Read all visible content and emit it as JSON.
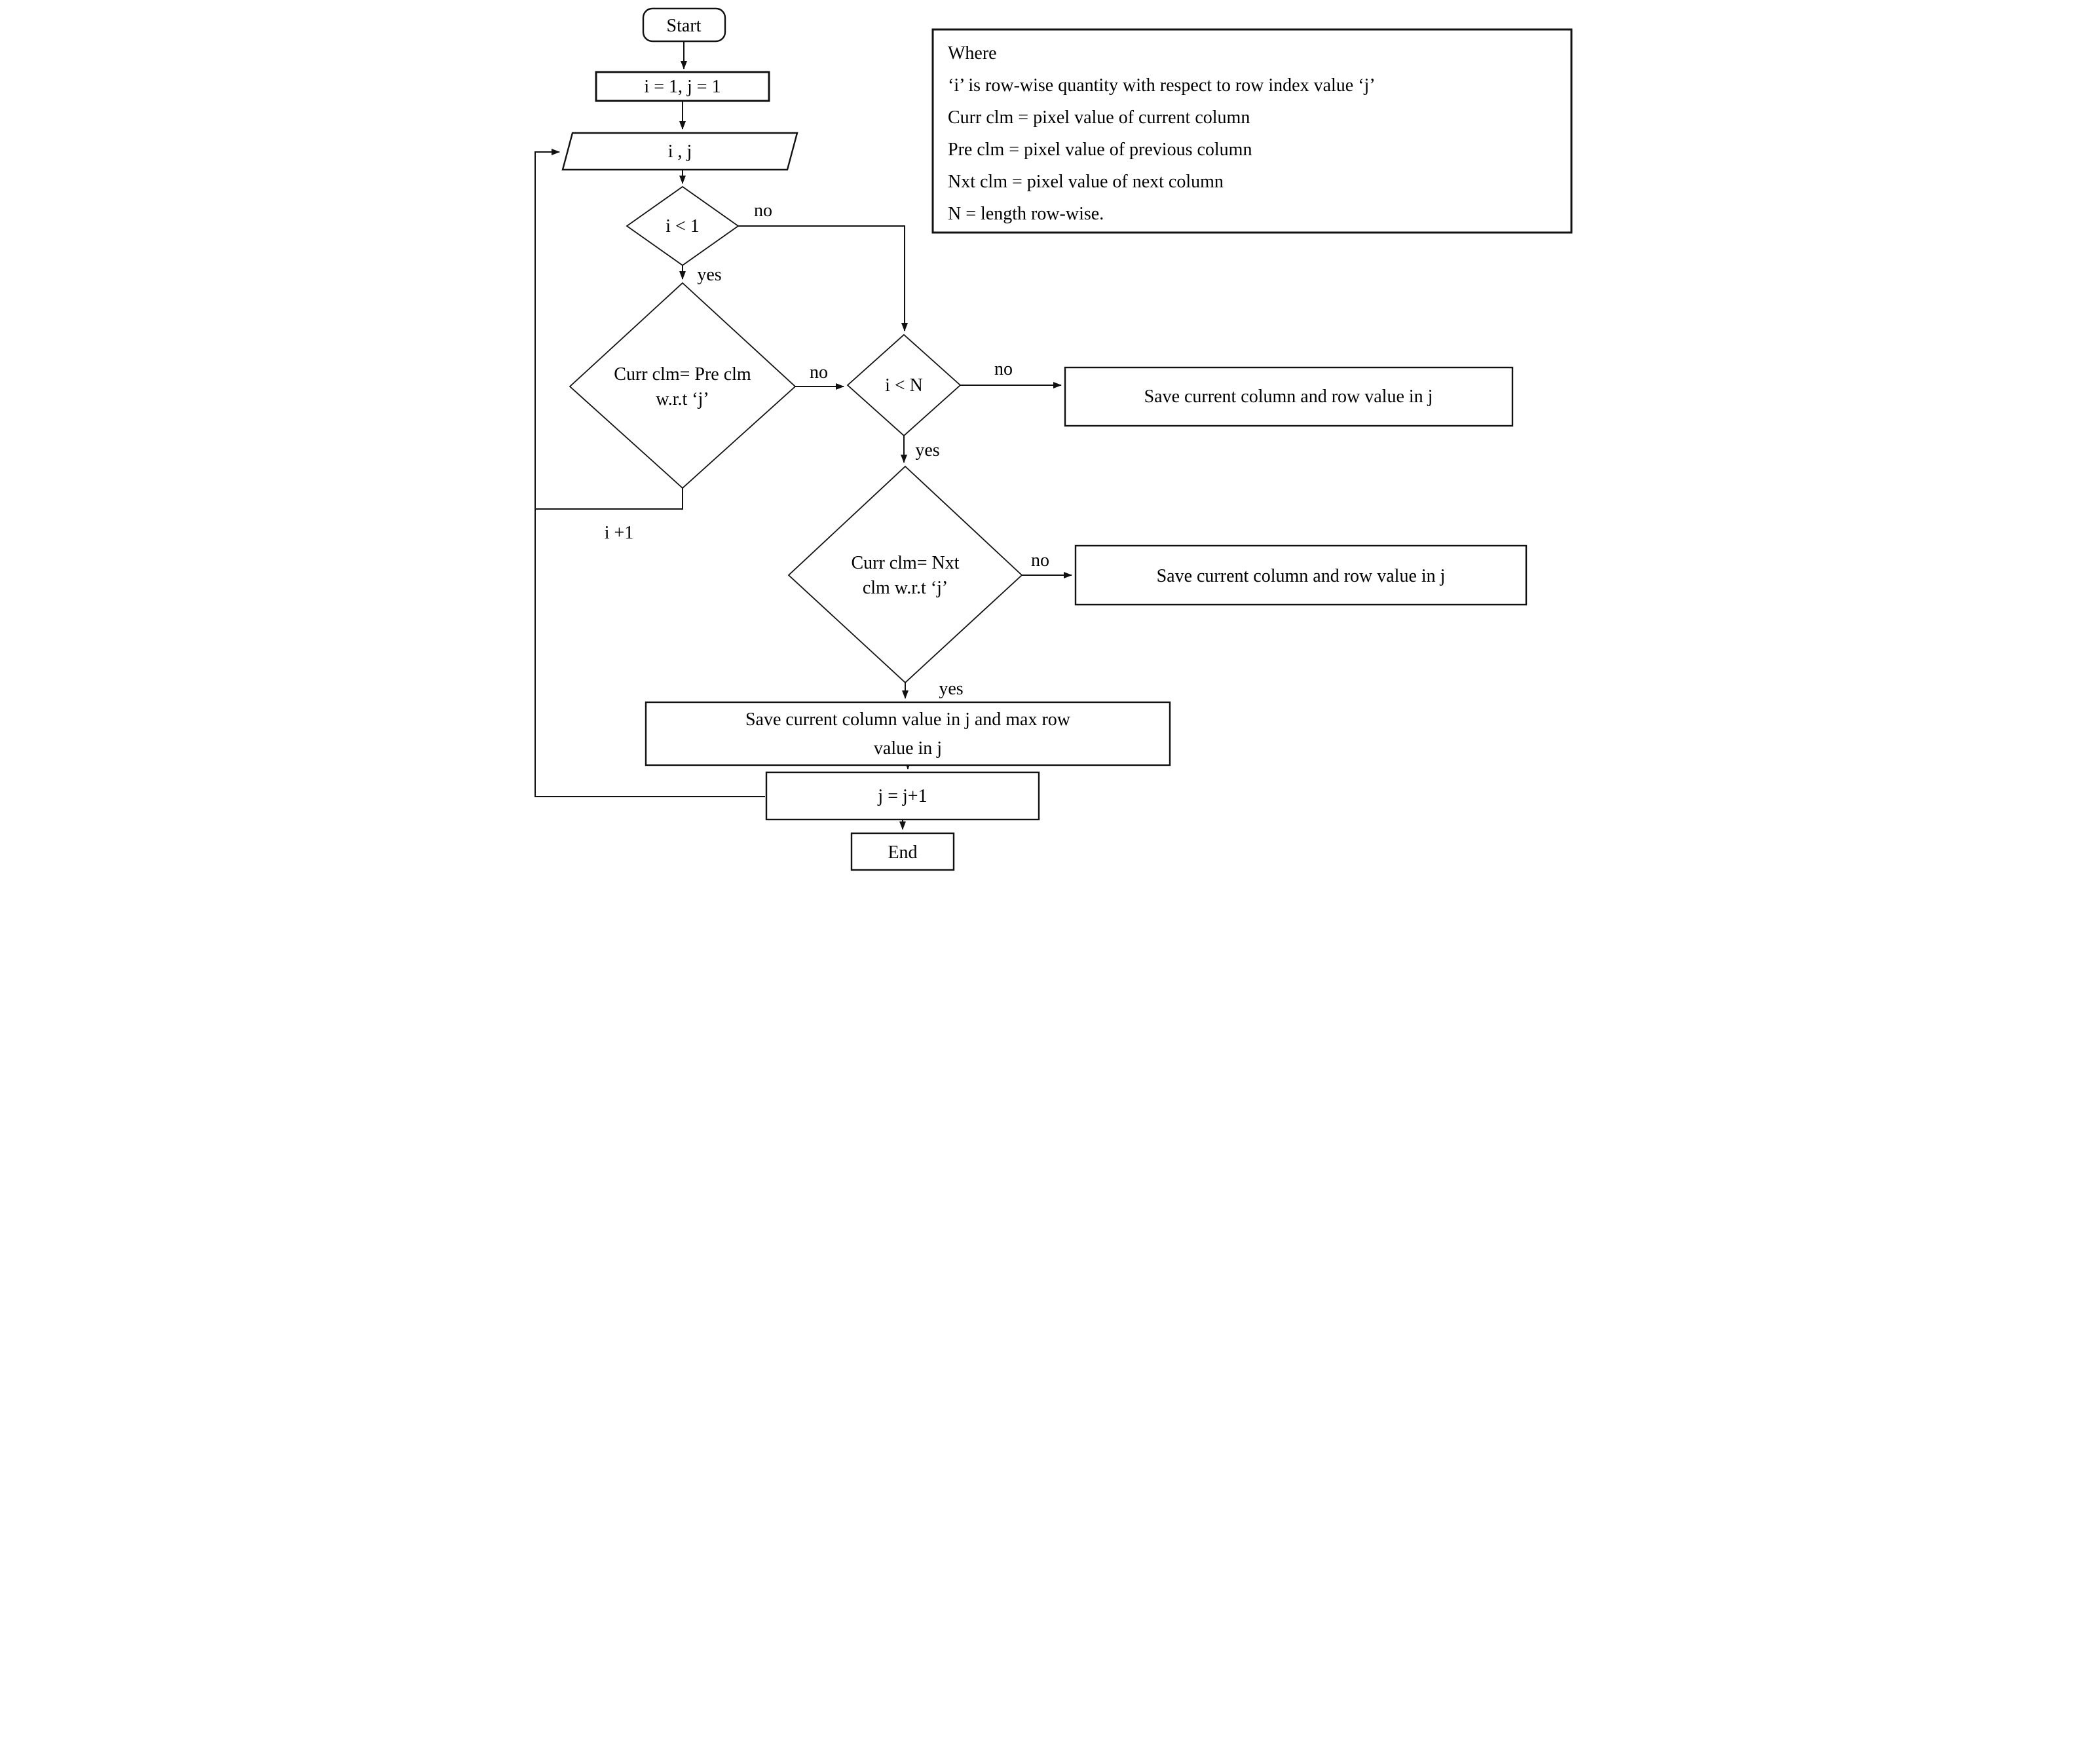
{
  "nodes": {
    "start": {
      "label": "Start"
    },
    "init": {
      "label": "i = 1, j = 1"
    },
    "io": {
      "label": "i , j"
    },
    "decision_i_lt_1": {
      "label": "i < 1"
    },
    "decision_curr_pre": {
      "line1": "Curr clm= Pre clm",
      "line2": "w.r.t ‘j’"
    },
    "decision_i_lt_n": {
      "label": "i < N"
    },
    "save_row_1": {
      "label": "Save current column and row value in j"
    },
    "decision_curr_nxt": {
      "line1": "Curr clm= Nxt",
      "line2": "clm w.r.t ‘j’"
    },
    "save_row_2": {
      "label": "Save current column and row value in j"
    },
    "save_max": {
      "line1": "Save current column value in j and max row",
      "line2": "value in j"
    },
    "increment_j": {
      "label": "j = j+1"
    },
    "end": {
      "label": "End"
    }
  },
  "edge_labels": {
    "yes": "yes",
    "no": "no",
    "increment_i": "i +1"
  },
  "legend": {
    "lines": [
      "Where",
      "‘i’ is row-wise quantity with respect to row index value ‘j’",
      "Curr clm = pixel value of current column",
      "Pre clm = pixel value of previous column",
      "Nxt clm = pixel value of next column",
      "N = length row-wise."
    ]
  },
  "colors": {
    "stroke": "#111111",
    "text": "#000000",
    "background": "#ffffff"
  }
}
